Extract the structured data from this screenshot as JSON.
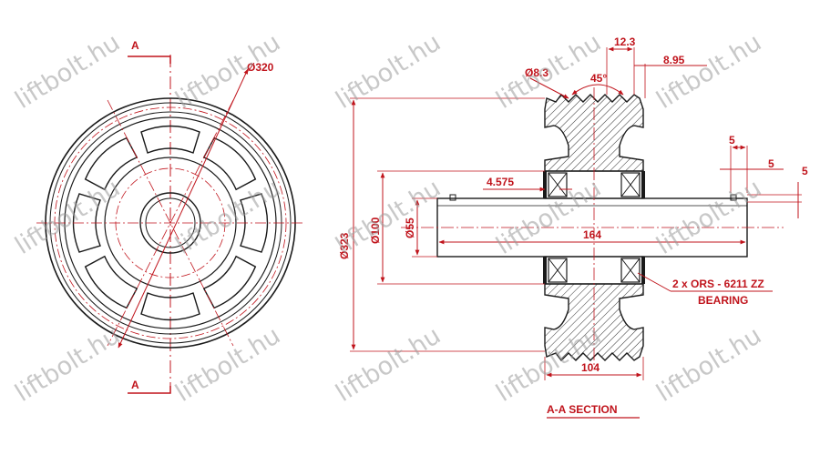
{
  "colors": {
    "dimension": "#c0141c",
    "line": "#1a1a1a",
    "hatch": "#333333",
    "watermark": "#9a9a9a"
  },
  "watermark": "liftbolt.hu",
  "front_view": {
    "section_label_top": "A",
    "section_label_bottom": "A",
    "diameter_label": "Ø320"
  },
  "section_view": {
    "title": "A-A SECTION",
    "dims": {
      "groove_pitch": "12.3",
      "groove_depth": "8.95",
      "rope_dia": "Ø8.3",
      "angle": "45°",
      "key_a": "5",
      "key_b": "5",
      "key_c": "5",
      "offset": "4.575",
      "overall_dia": "Ø323",
      "hub_dia": "Ø100",
      "shaft_dia": "Ø55",
      "shaft_len": "164",
      "width": "104"
    },
    "bearing_note": "2 x ORS - 6211 ZZ",
    "bearing_label": "BEARING"
  }
}
